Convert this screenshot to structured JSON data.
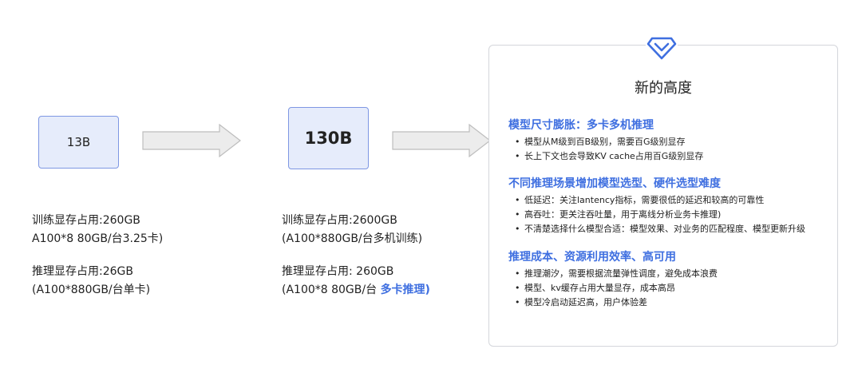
{
  "col1": {
    "box_label": "13B",
    "train_line1": "训练显存占用:260GB",
    "train_line2": "A100*8 80GB/台3.25卡)",
    "infer_line1": "推理显存占用:26GB",
    "infer_line2": "(A100*880GB/台单卡)"
  },
  "col2": {
    "box_label": "130B",
    "train_line1": "训练显存占用:2600GB",
    "train_line2": "(A100*880GB/台多机训练)",
    "infer_line1": "推理显存占用: 260GB",
    "infer_line2_prefix": "(A100*8 80GB/台 ",
    "infer_line2_highlight": "多卡推理)"
  },
  "panel": {
    "title": "新的高度",
    "icon": "diamond-icon",
    "sections": [
      {
        "heading": "模型尺寸膨胀：多卡多机推理",
        "bullets": [
          "模型从M级到百B级别，需要百G级别显存",
          "长上下文也会导致KV cache占用百G级别显存"
        ]
      },
      {
        "heading": "不同推理场景增加模型选型、硬件选型难度",
        "bullets": [
          "低延迟：关注lantency指标，需要很低的延迟和较高的可靠性",
          "高吞吐：更关注吞吐量，用于离线分析业务卡推理)",
          "不清楚选择什么模型合适：模型效果、对业务的匹配程度、模型更新升级"
        ]
      },
      {
        "heading": "推理成本、资源利用效率、高可用",
        "bullets": [
          "推理潮汐，需要根据流量弹性调度，避免成本浪费",
          "模型、kv缓存占用大量显存，成本高昂",
          "模型冷启动延迟高，用户体验差"
        ]
      }
    ]
  },
  "colors": {
    "accent": "#3f6fe0",
    "box_fill": "#e6ecfb",
    "box_border": "#7e97e3",
    "arrow_fill": "#ececec",
    "arrow_stroke": "#bdbdbd"
  }
}
